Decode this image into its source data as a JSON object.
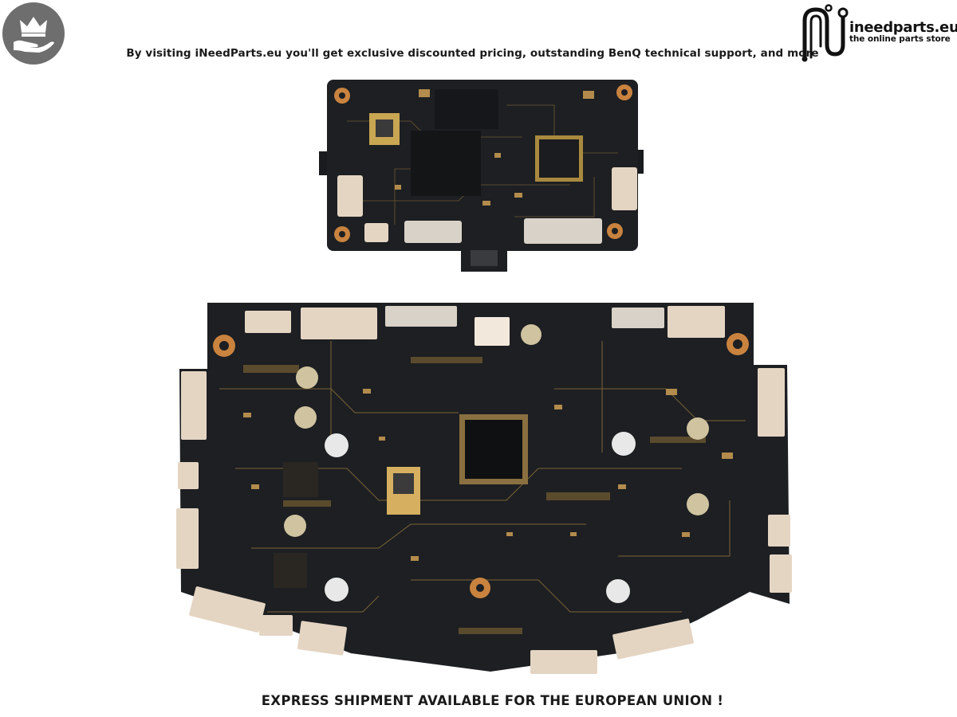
{
  "header": {
    "banner_text": "By visiting iNeedParts.eu you'll get exclusive discounted pricing, outstanding BenQ technical support, and more"
  },
  "badge": {
    "icon": "crown-hand-icon",
    "color": "#6e6e6e"
  },
  "logo": {
    "icon": "ineedparts-logo-icon",
    "name": "ineedparts.eu",
    "tagline": "the online parts store"
  },
  "product": {
    "images": [
      "circuit-board-small",
      "circuit-board-large"
    ],
    "board_color": "#1d1f22",
    "trace_color": "#8a6f3c",
    "pad_color": "#c9833f"
  },
  "footer": {
    "shipping_text": "EXPRESS SHIPMENT AVAILABLE FOR THE EUROPEAN UNION !"
  }
}
